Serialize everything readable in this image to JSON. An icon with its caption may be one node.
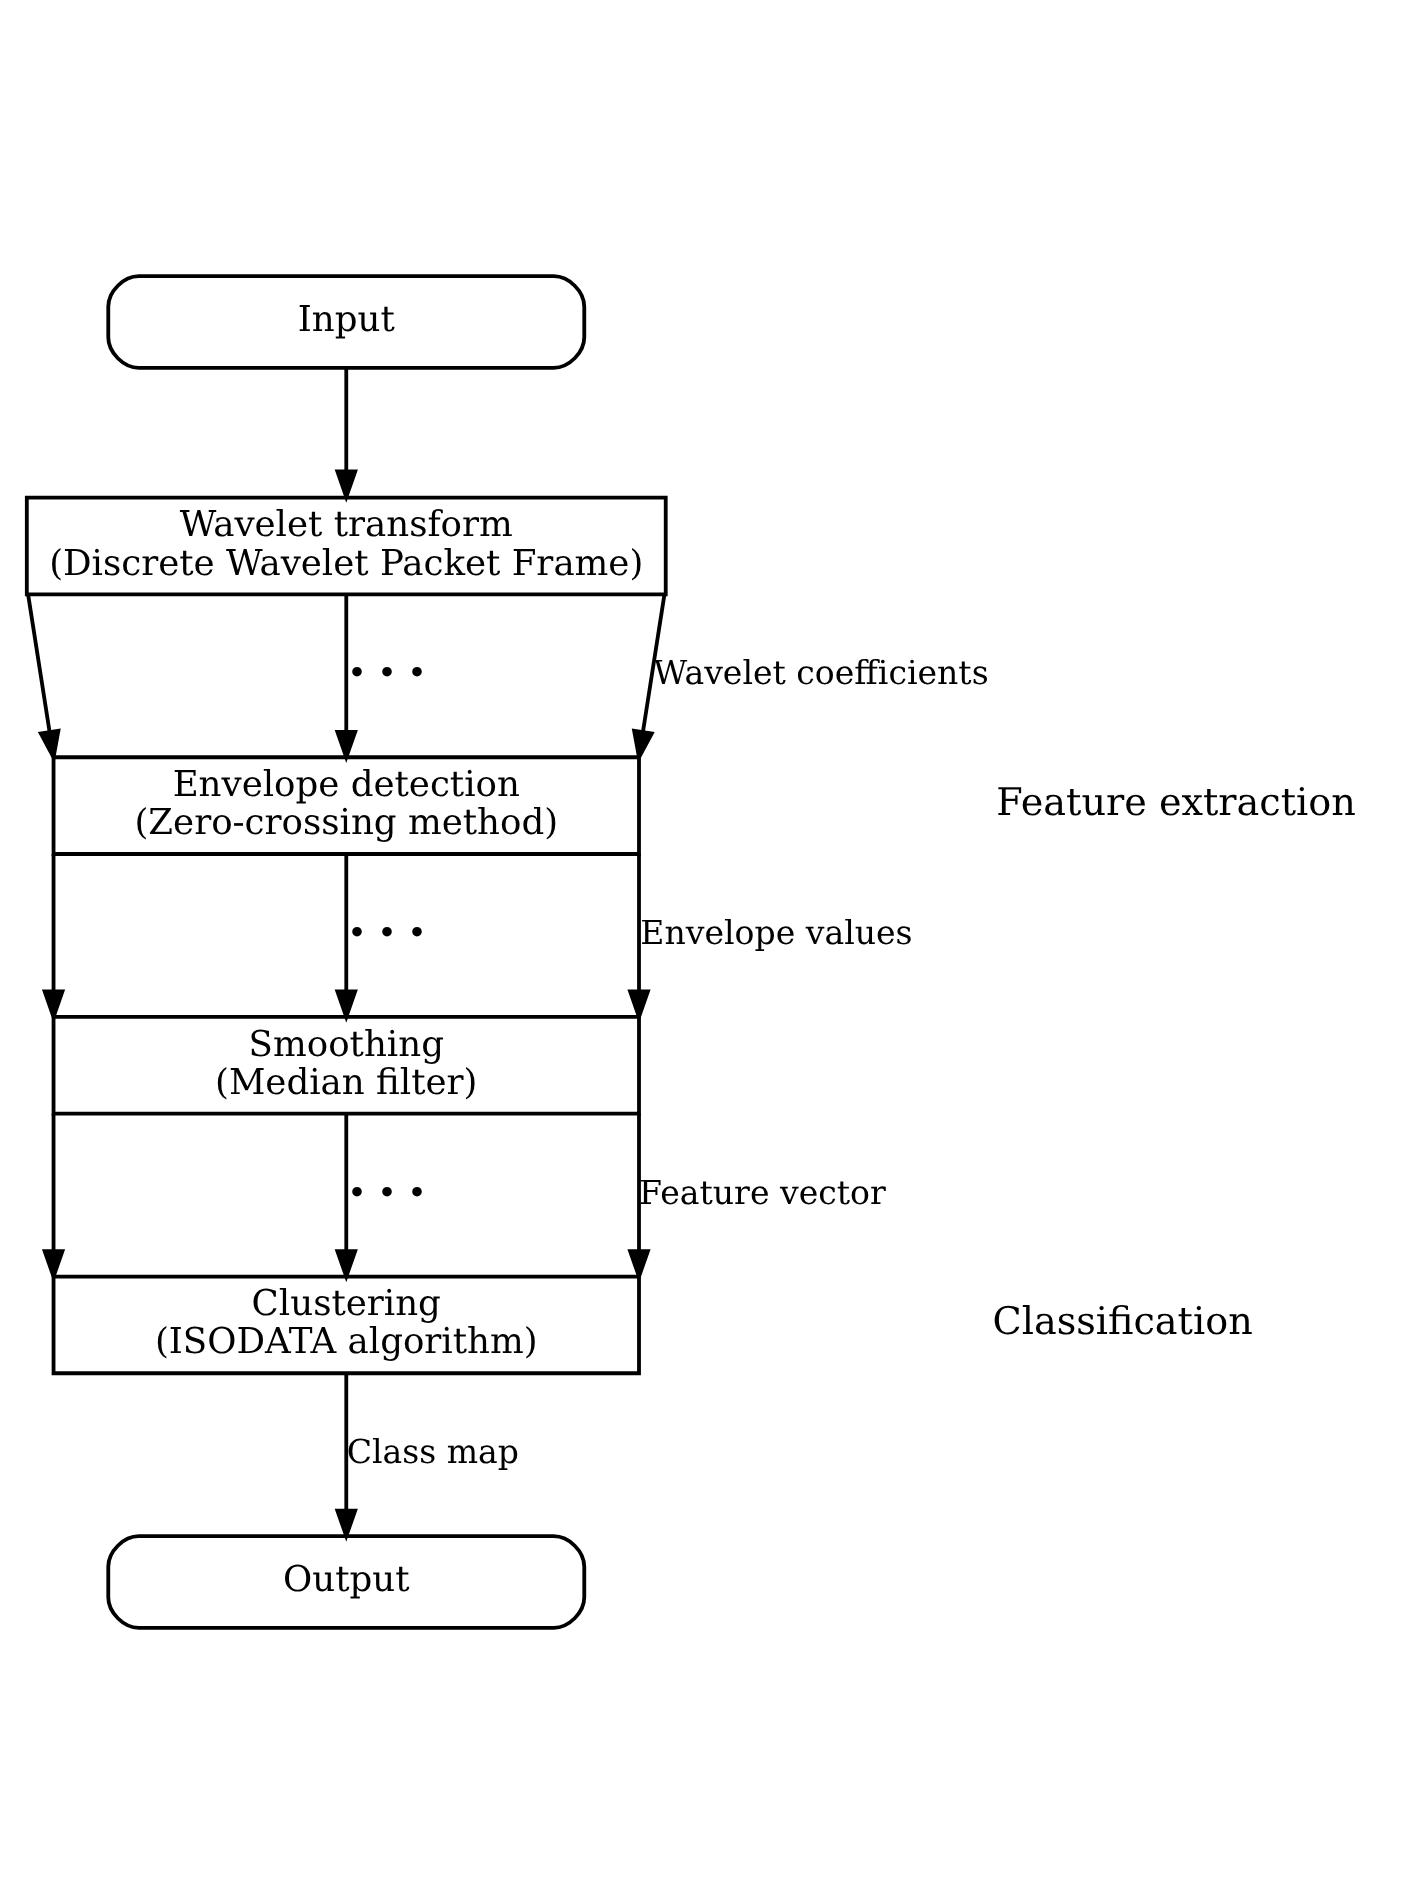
{
  "diagram": {
    "nodes": [
      {
        "text": [
          "Input"
        ]
      },
      {
        "text": [
          "Wavelet transform",
          "(Discrete Wavelet Packet Frame)"
        ]
      },
      {
        "text": [
          "Envelope detection",
          "(Zero-crossing method)"
        ]
      },
      {
        "text": [
          "Smoothing",
          "(Median filter)"
        ]
      },
      {
        "text": [
          "Clustering",
          "(ISODATA algorithm)"
        ]
      },
      {
        "text": [
          "Output"
        ]
      }
    ],
    "edges": [
      {
        "from": 0,
        "to": 1,
        "arrow": "to"
      },
      {
        "from": 1,
        "to": 2,
        "arrow": "to"
      },
      {
        "from": 1,
        "to": 2,
        "arrow": "to",
        "label": "• • •"
      },
      {
        "from": 1,
        "to": 2,
        "arrow": "to",
        "label": "Wavelet coefficients"
      },
      {
        "from": 2,
        "to": 3,
        "arrow": "to"
      },
      {
        "from": 2,
        "to": 3,
        "arrow": "to",
        "label": "• • •"
      },
      {
        "from": 2,
        "to": 3,
        "arrow": "to",
        "label": "Envelope values"
      },
      {
        "from": 3,
        "to": 4,
        "arrow": "to"
      },
      {
        "from": 3,
        "to": 4,
        "arrow": "to",
        "label": "• • •"
      },
      {
        "from": 3,
        "to": 4,
        "arrow": "to",
        "label": "Feature vector"
      },
      {
        "from": 4,
        "to": 5,
        "arrow": "to",
        "label": "Class map"
      }
    ],
    "labels": [
      "Feature extraction",
      "Classification"
    ]
  }
}
